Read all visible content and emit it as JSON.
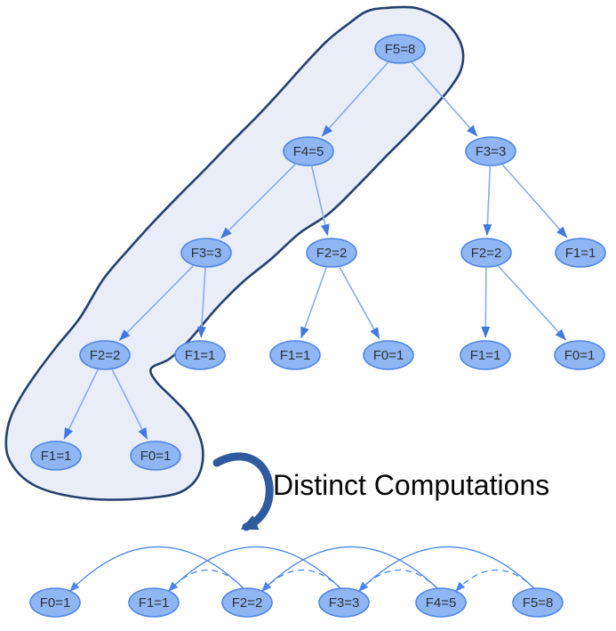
{
  "caption": {
    "text": "Distinct Computations"
  },
  "tree": {
    "nodes": [
      {
        "id": "f5",
        "label": "F5=8"
      },
      {
        "id": "f4",
        "label": "F4=5"
      },
      {
        "id": "f3r",
        "label": "F3=3"
      },
      {
        "id": "f3l",
        "label": "F3=3"
      },
      {
        "id": "f2m",
        "label": "F2=2"
      },
      {
        "id": "f2r",
        "label": "F2=2"
      },
      {
        "id": "f1r3",
        "label": "F1=1"
      },
      {
        "id": "f2ll",
        "label": "F2=2"
      },
      {
        "id": "f1l4",
        "label": "F1=1"
      },
      {
        "id": "f1m",
        "label": "F1=1"
      },
      {
        "id": "f0m",
        "label": "F0=1"
      },
      {
        "id": "f1r4",
        "label": "F1=1"
      },
      {
        "id": "f0r",
        "label": "F0=1"
      },
      {
        "id": "f1b",
        "label": "F1=1"
      },
      {
        "id": "f0b",
        "label": "F0=1"
      }
    ],
    "edges": [
      {
        "from": "f5",
        "to": "f4"
      },
      {
        "from": "f5",
        "to": "f3r"
      },
      {
        "from": "f4",
        "to": "f3l"
      },
      {
        "from": "f4",
        "to": "f2m"
      },
      {
        "from": "f3r",
        "to": "f2r"
      },
      {
        "from": "f3r",
        "to": "f1r3"
      },
      {
        "from": "f3l",
        "to": "f2ll"
      },
      {
        "from": "f3l",
        "to": "f1l4"
      },
      {
        "from": "f2m",
        "to": "f1m"
      },
      {
        "from": "f2m",
        "to": "f0m"
      },
      {
        "from": "f2r",
        "to": "f1r4"
      },
      {
        "from": "f2r",
        "to": "f0r"
      },
      {
        "from": "f2ll",
        "to": "f1b"
      },
      {
        "from": "f2ll",
        "to": "f0b"
      }
    ]
  },
  "chain": {
    "nodes": [
      {
        "id": "F0",
        "label": "F0=1"
      },
      {
        "id": "F1",
        "label": "F1=1"
      },
      {
        "id": "F2",
        "label": "F2=2"
      },
      {
        "id": "F3",
        "label": "F3=3"
      },
      {
        "id": "F4",
        "label": "F4=5"
      },
      {
        "id": "F5",
        "label": "F5=8"
      }
    ],
    "arcs": [
      {
        "from": "F2",
        "to": "F0",
        "style": "solid"
      },
      {
        "from": "F2",
        "to": "F1",
        "style": "dashed"
      },
      {
        "from": "F3",
        "to": "F1",
        "style": "solid"
      },
      {
        "from": "F3",
        "to": "F2",
        "style": "dashed"
      },
      {
        "from": "F4",
        "to": "F2",
        "style": "solid"
      },
      {
        "from": "F4",
        "to": "F3",
        "style": "dashed"
      },
      {
        "from": "F5",
        "to": "F3",
        "style": "solid"
      },
      {
        "from": "F5",
        "to": "F4",
        "style": "dashed"
      }
    ]
  },
  "colors": {
    "node_fill": "#8fb5f2",
    "node_border": "#4c86e8",
    "tree_edge": "#86abef",
    "arrowhead": "#4179e0",
    "blob_fill": "#e9edf7",
    "blob_border": "#24406e",
    "chain_arc": "#4a86e8",
    "big_arrow": "#2e5b9e",
    "node_text": "#2d3238",
    "caption_text": "#060606"
  }
}
